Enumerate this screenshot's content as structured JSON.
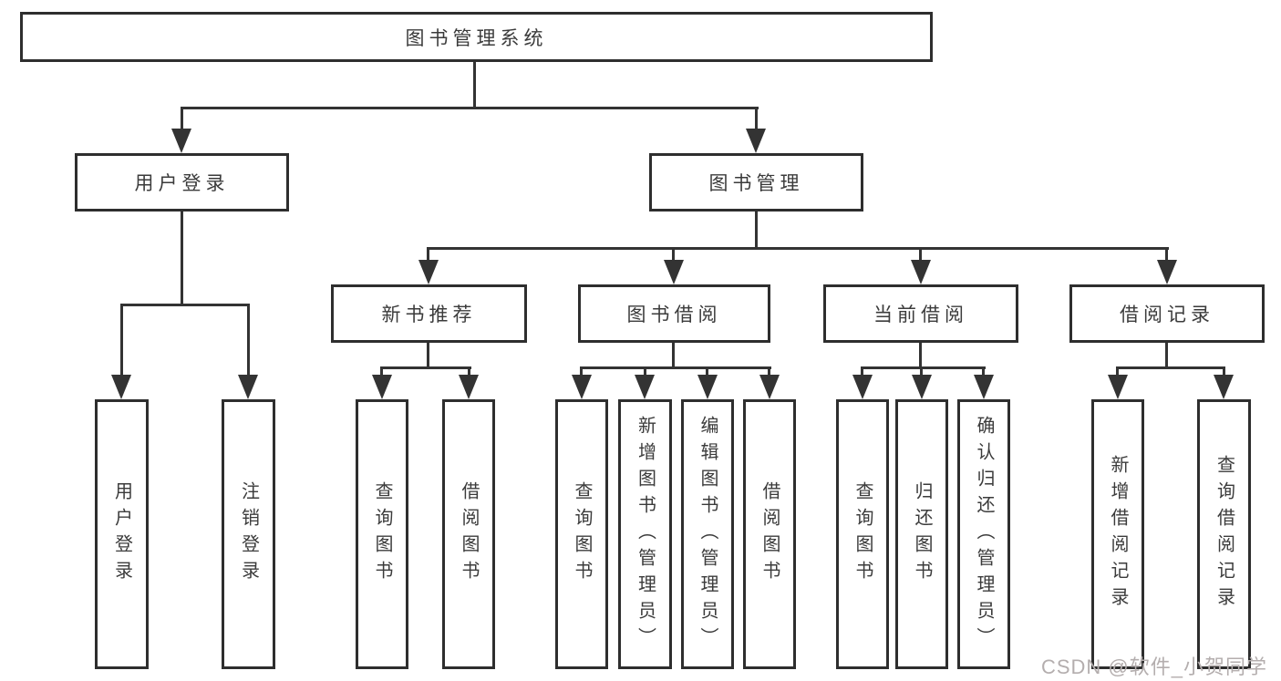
{
  "tree": {
    "root": "图书管理系统",
    "login": {
      "label": "用户登录",
      "children": [
        "用户登录",
        "注销登录"
      ]
    },
    "manage": {
      "label": "图书管理",
      "sections": [
        {
          "label": "新书推荐",
          "children": [
            "查询图书",
            "借阅图书"
          ]
        },
        {
          "label": "图书借阅",
          "children": [
            "查询图书",
            "新增图书（管理员）",
            "编辑图书（管理员）",
            "借阅图书"
          ]
        },
        {
          "label": "当前借阅",
          "children": [
            "查询图书",
            "归还图书",
            "确认归还（管理员）"
          ]
        },
        {
          "label": "借阅记录",
          "children": [
            "新增借阅记录",
            "查询借阅记录"
          ]
        }
      ]
    }
  },
  "watermark": "CSDN @软件_小贺同学",
  "colors": {
    "line": "#333333",
    "box_border": "#2e2e2e",
    "text": "#3b3b3b",
    "watermark": "#b4aeae",
    "background": "#ffffff"
  }
}
